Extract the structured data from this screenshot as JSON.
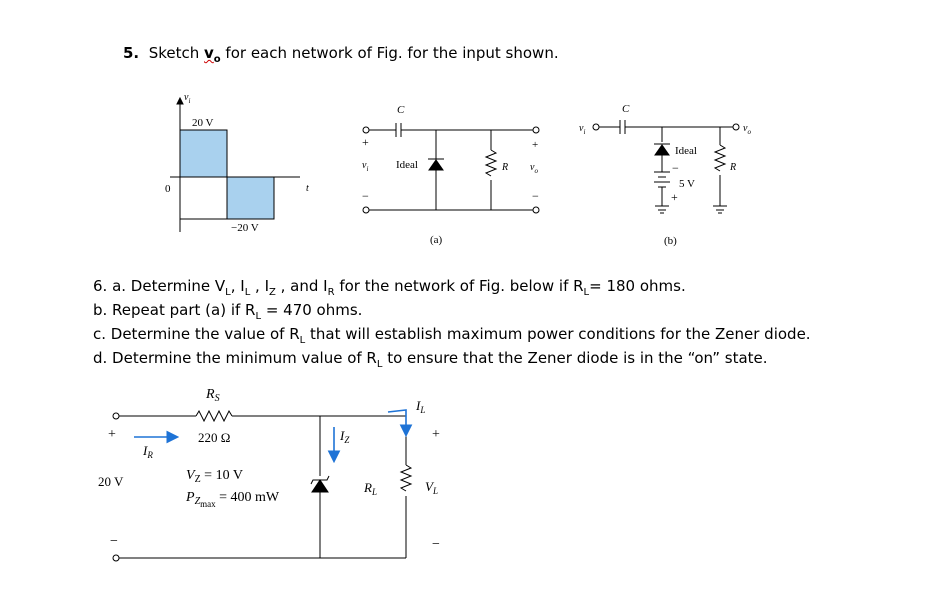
{
  "q5": {
    "number": "5.",
    "text_before": "Sketch ",
    "vo": "v",
    "vo_sub": "o",
    "text_after": " for each network of Fig. for the input shown."
  },
  "waveform": {
    "axis_label": "v",
    "axis_sub": "i",
    "pos_level": "20 V",
    "neg_level": "−20 V",
    "origin": "0",
    "time": "t"
  },
  "circuit_a": {
    "cap": "C",
    "input": "v",
    "input_sub": "i",
    "diode": "Ideal",
    "resistor": "R",
    "output": "v",
    "output_sub": "o",
    "plus": "+",
    "minus": "−",
    "caption": "(a)"
  },
  "circuit_b": {
    "cap": "C",
    "input": "v",
    "input_sub": "i",
    "diode": "Ideal",
    "battery": "5 V",
    "resistor": "R",
    "output": "v",
    "output_sub": "o",
    "caption": "(b)"
  },
  "q6": {
    "line_a": "6. a. Determine V",
    "line_a_sub": "L",
    "line_a_2": ", I",
    "line_a_2sub": "L",
    "line_a_3": " , I",
    "line_a_3sub": "Z",
    "line_a_4": " , and I",
    "line_a_4sub": "R",
    "line_a_5": " for the network of Fig. below if R",
    "line_a_5sub": "L",
    "line_a_6": "= 180 ohms.",
    "line_b": "b. Repeat part (a) if R",
    "line_b_sub": "L",
    "line_b_2": " = 470 ohms.",
    "line_c": "c. Determine the value of R",
    "line_c_sub": "L",
    "line_c_2": " that will establish maximum power conditions for the Zener diode.",
    "line_d": "d. Determine the minimum value of R",
    "line_d_sub": "L",
    "line_d_2": " to ensure that the Zener diode is in the “on” state."
  },
  "zener_circuit": {
    "rs": "R",
    "rs_sub": "S",
    "rs_value": "220 Ω",
    "source": "20 V",
    "ir": "I",
    "ir_sub": "R",
    "iz": "I",
    "iz_sub": "Z",
    "il": "I",
    "il_sub": "L",
    "vz": "V",
    "vz_sub": "Z",
    "vz_value": " = 10 V",
    "pz": "P",
    "pz_sub": "Z",
    "pz_subsub": "max",
    "pz_value": " = 400 mW",
    "rl": "R",
    "rl_sub": "L",
    "vl": "V",
    "vl_sub": "L",
    "plus": "+",
    "minus": "−"
  },
  "colors": {
    "arrow": "#1e73d6",
    "pulse_fill": "#a9d1ee",
    "squiggle": "#cc0000"
  }
}
